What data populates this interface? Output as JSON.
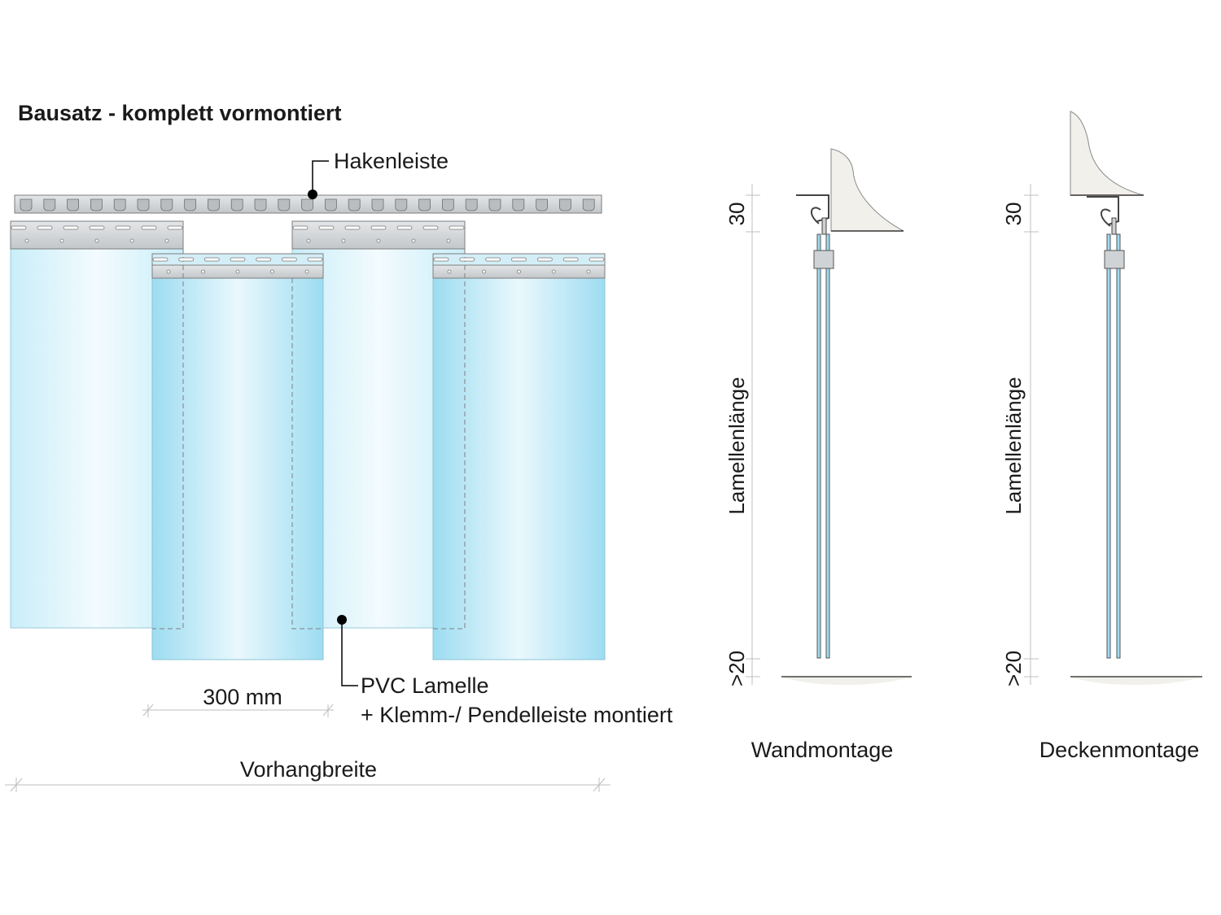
{
  "title": "Bausatz - komplett vormontiert",
  "labels": {
    "hook_rail": "Hakenleiste",
    "strip_line1": "PVC Lamelle",
    "strip_line2": "+ Klemm-/ Pendelleiste montiert",
    "strip_width": "300 mm",
    "curtain_width": "Vorhangbreite"
  },
  "views": [
    {
      "caption": "Wandmontage",
      "dim_top": "30",
      "dim_length": "Lamellenlänge",
      "dim_bottom": ">20"
    },
    {
      "caption": "Deckenmontage",
      "dim_top": "30",
      "dim_length": "Lamellenlänge",
      "dim_bottom": ">20"
    }
  ],
  "colors": {
    "strip_edge": "#8ed6ee",
    "strip_center": "#eaf8fd",
    "metal": "#cfd3d6",
    "metal_stroke": "#7d7d7d",
    "surface": "#f2f0eb",
    "dim_line": "#bfbfbf"
  }
}
